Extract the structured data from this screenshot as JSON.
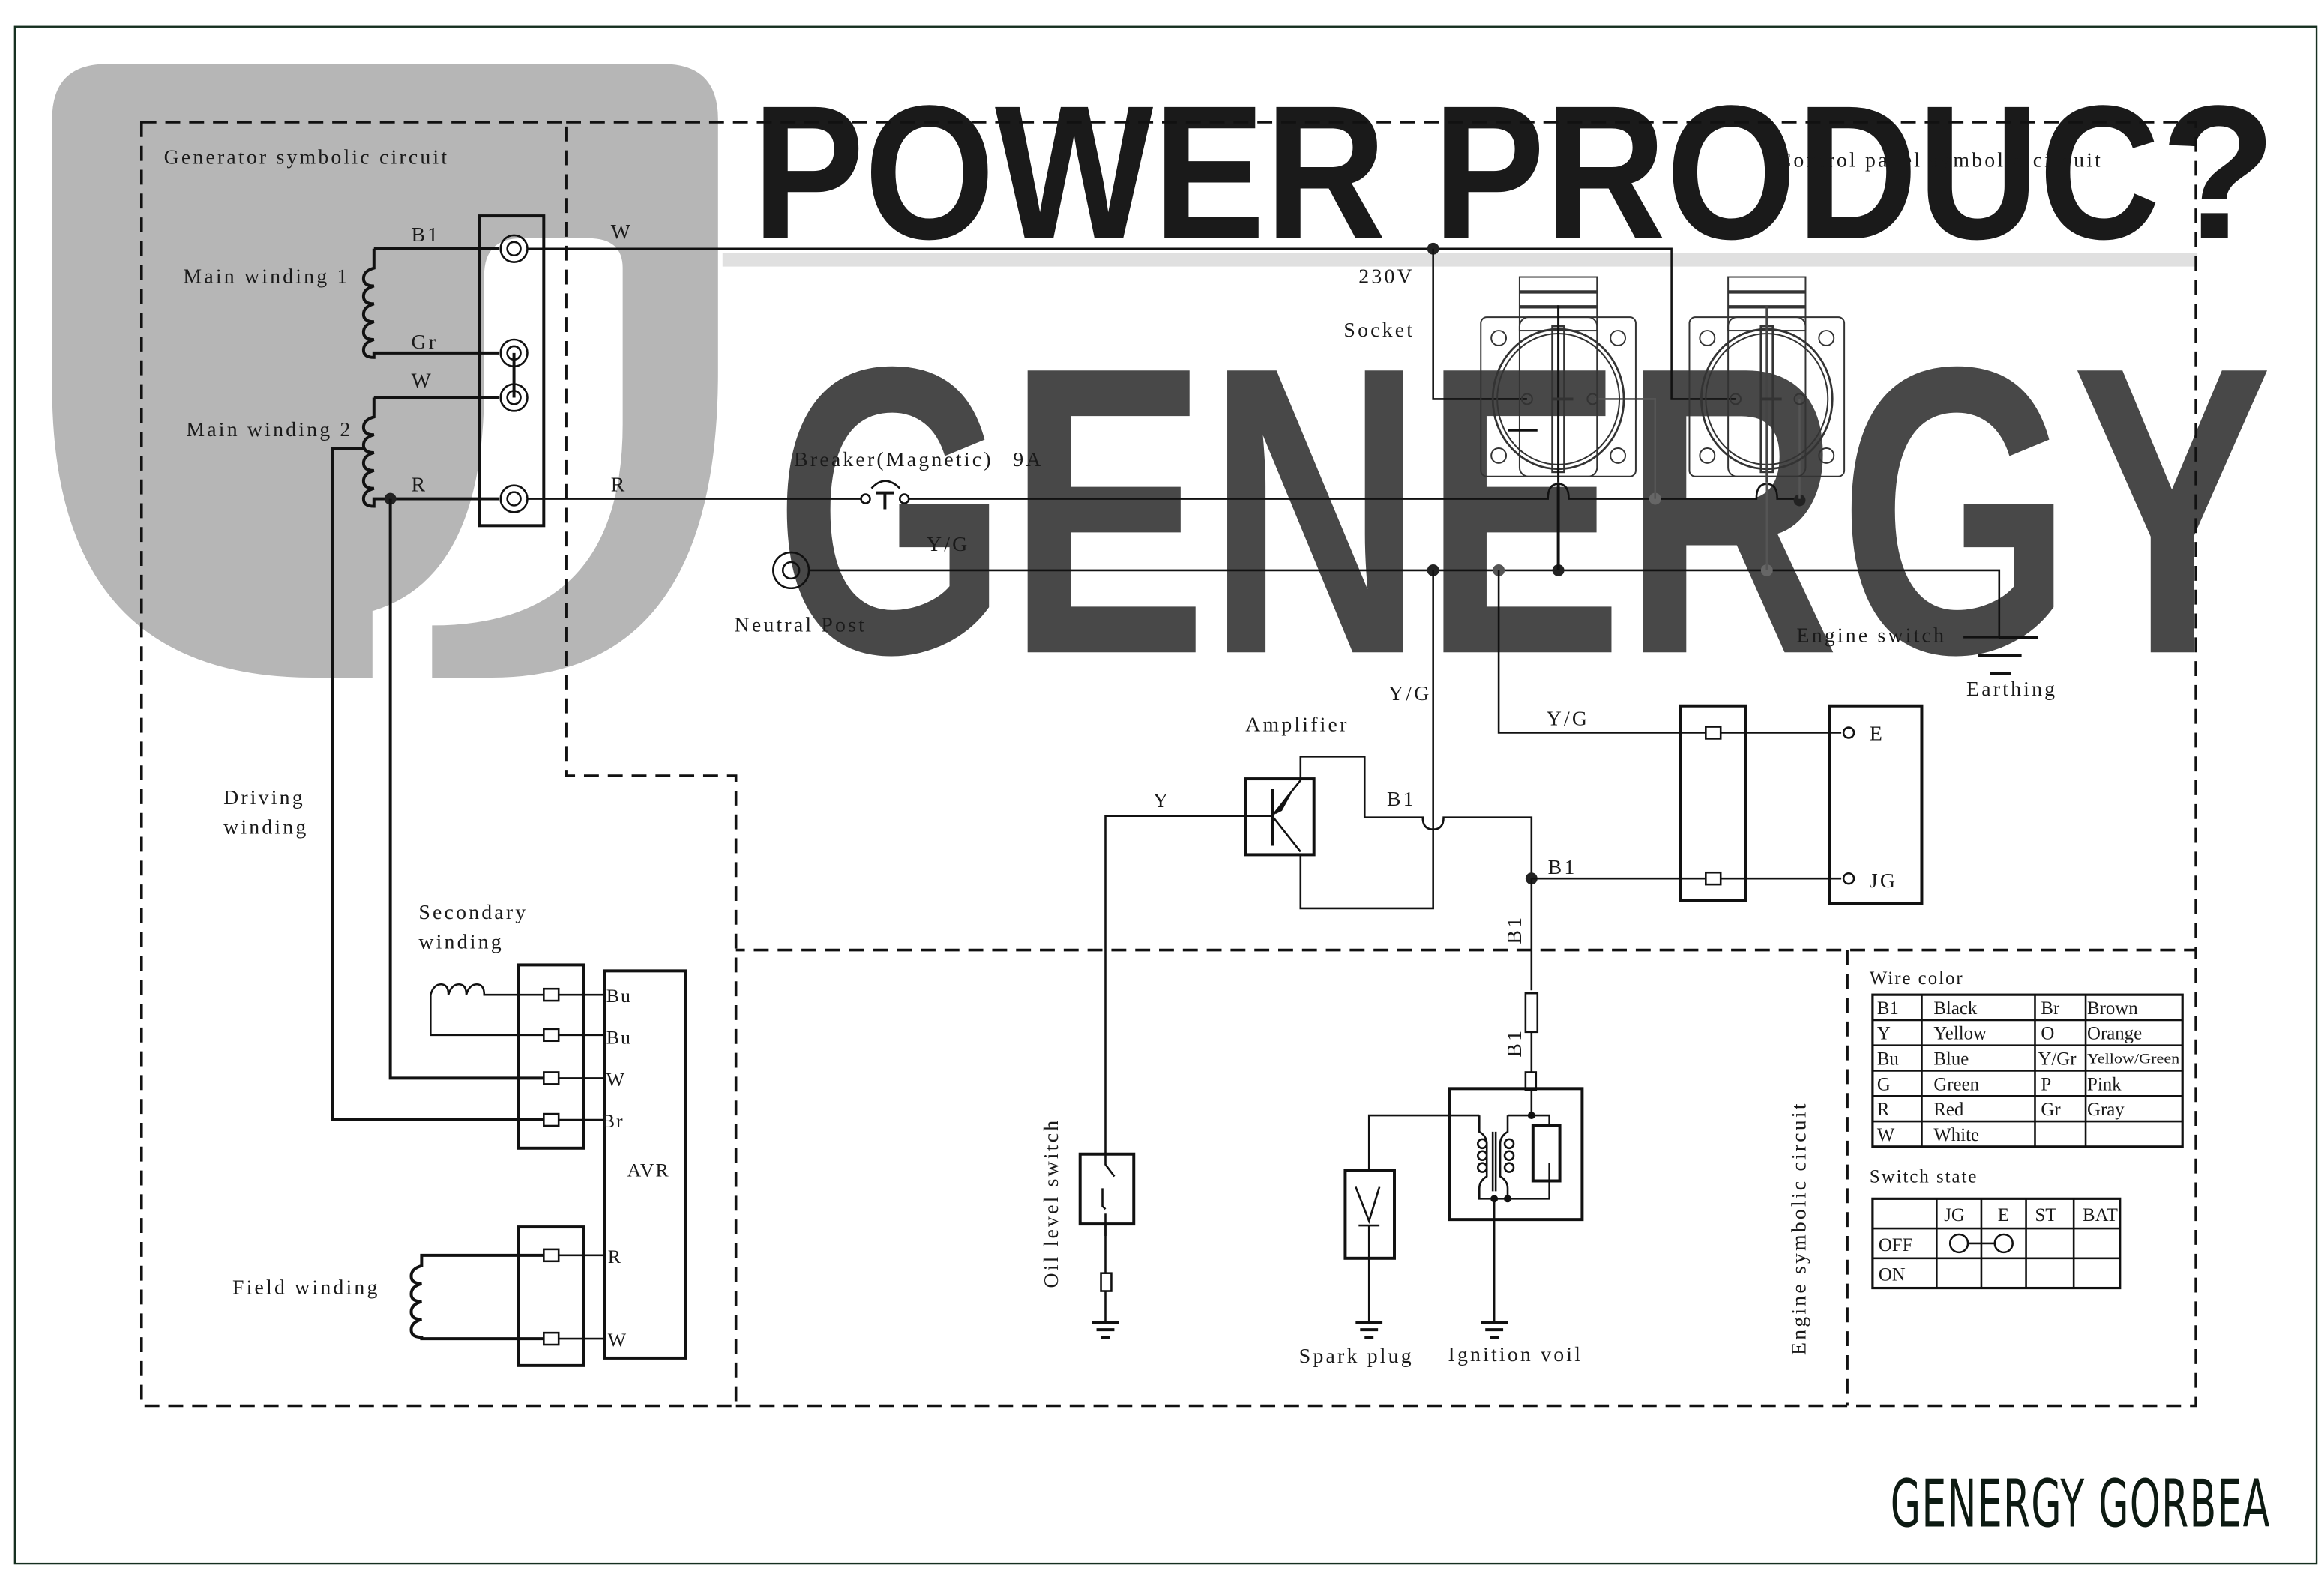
{
  "watermark": {
    "logo_glyph": "U-shaped Genergy logo",
    "line1": "POWER PRODUC",
    "line1_mark": "?",
    "line2": "GENERGY",
    "color_dark": "#b4b4b4",
    "color_light": "#e6e6e6"
  },
  "sections": {
    "generator": "Generator symbolic circuit",
    "control_panel": "Control panel symbolic circuit",
    "engine": "Engine symbolic circuit"
  },
  "generator": {
    "main_winding_1": "Main winding 1",
    "main_winding_2": "Main winding 2",
    "driving_winding_line1": "Driving",
    "driving_winding_line2": "winding",
    "secondary_winding_line1": "Secondary",
    "secondary_winding_line2": "winding",
    "field_winding": "Field winding",
    "wire_labels": {
      "bl": "B1",
      "gr": "Gr",
      "w": "W",
      "r": "R"
    },
    "avr": {
      "label": "AVR",
      "pins": [
        "Bu",
        "Bu",
        "W",
        "Br",
        "R",
        "W"
      ]
    }
  },
  "control_panel": {
    "wire_w": "W",
    "wire_r": "R",
    "voltage": "230V",
    "socket": "Socket",
    "breaker": "Breaker(Magnetic)",
    "breaker_rating": "9A",
    "yg_1": "Y/G",
    "yg_2": "Y/G",
    "yg_3": "Y/G",
    "neutral_post": "Neutral Post",
    "engine_switch": "Engine switch",
    "earthing": "Earthing",
    "amplifier": "Amplifier",
    "wire_y": "Y",
    "wire_bl_1": "B1",
    "wire_bl_2": "B1",
    "switch_pins": {
      "e": "E",
      "jg": "JG"
    }
  },
  "engine": {
    "wire_bl_1": "B1",
    "wire_bl_2": "B1",
    "oil_level_switch": "Oil level switch",
    "spark_plug": "Spark plug",
    "ignition_coil": "Ignition voil"
  },
  "wire_color_table": {
    "title": "Wire color",
    "rows": [
      {
        "code": "B1",
        "name": "Black",
        "code2": "Br",
        "name2": "Brown"
      },
      {
        "code": "Y",
        "name": "Yellow",
        "code2": "O",
        "name2": "Orange"
      },
      {
        "code": "Bu",
        "name": "Blue",
        "code2": "Y/Gr",
        "name2": "Yellow/Green"
      },
      {
        "code": "G",
        "name": "Green",
        "code2": "P",
        "name2": "Pink"
      },
      {
        "code": "R",
        "name": "Red",
        "code2": "Gr",
        "name2": "Gray"
      },
      {
        "code": "W",
        "name": "White",
        "code2": "",
        "name2": ""
      }
    ]
  },
  "switch_state_table": {
    "title": "Switch state",
    "columns": [
      "",
      "JG",
      "E",
      "ST",
      "BAT"
    ],
    "rows": [
      {
        "state": "OFF",
        "connection": "JG-E connected"
      },
      {
        "state": "ON",
        "connection": ""
      }
    ]
  },
  "footer": {
    "brand": "GENERGY GORBEA"
  }
}
